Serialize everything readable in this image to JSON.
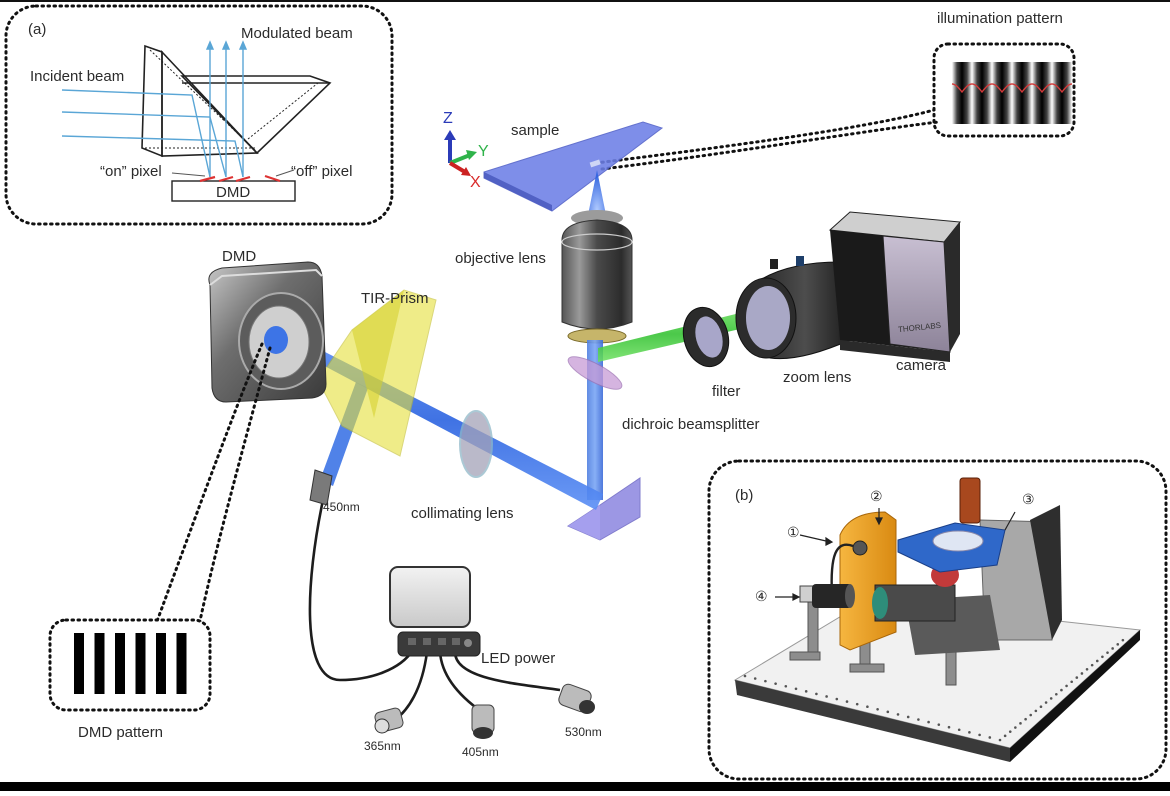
{
  "figure": {
    "title": "DMD-based structured illumination microscope setup",
    "panel_a": {
      "label": "(a)",
      "incident_beam": "Incident beam",
      "modulated_beam": "Modulated beam",
      "on_pixel": "“on” pixel",
      "off_pixel": "“off” pixel",
      "dmd": "DMD"
    },
    "illumination_pattern": {
      "label": "illumination pattern",
      "stripes": 6
    },
    "dmd_pattern": {
      "label": "DMD pattern",
      "bars": 6
    },
    "axes": {
      "z": "Z",
      "y": "Y",
      "x": "X",
      "z_color": "#2b3bb8",
      "y_color": "#2fb34a",
      "x_color": "#d92a2a"
    },
    "components": {
      "sample": "sample",
      "objective_lens": "objective lens",
      "dmd": "DMD",
      "tir_prism": "TIR-Prism",
      "collimating_lens": "collimating lens",
      "dichroic_beamsplitter": "dichroic beamsplitter",
      "filter": "filter",
      "zoom_lens": "zoom lens",
      "camera": "camera",
      "camera_brand": "THORLABS",
      "led_power": "LED power"
    },
    "wavelengths": {
      "w450": "450nm",
      "w365": "365nm",
      "w405": "405nm",
      "w530": "530nm"
    },
    "panel_b": {
      "label": "(b)",
      "markers": [
        "①",
        "②",
        "③",
        "④"
      ]
    },
    "colors": {
      "blue_beam": "#2f6fe8",
      "green_beam": "#3fcf3a",
      "prism_yellow": "#e6e03a",
      "sample_plate": "#6d7fe6",
      "stage_blue": "#2f68c9",
      "bracket_orange": "#f0a020",
      "pattern_red": "#d23a3a"
    }
  }
}
